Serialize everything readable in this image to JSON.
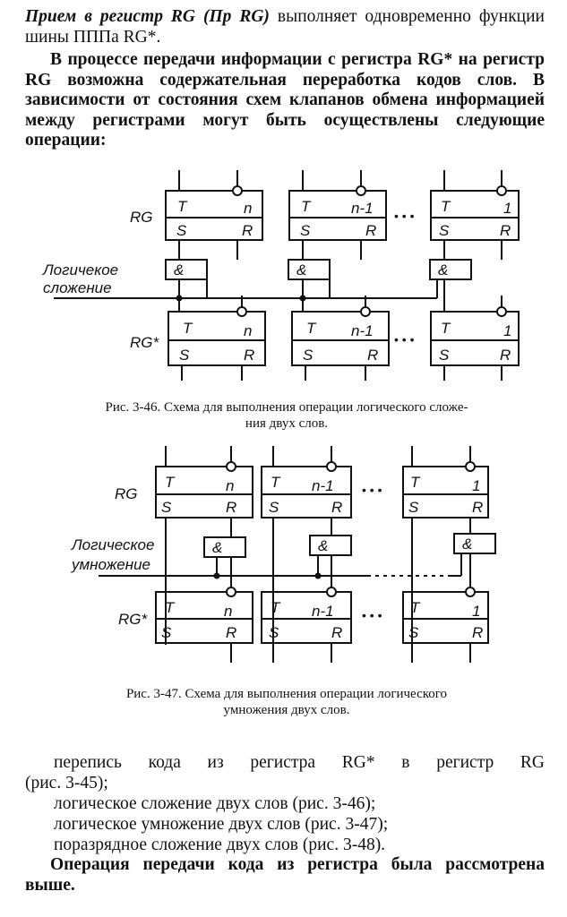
{
  "intro": {
    "lead_bold": "Прием в регистр RG (Пр RG)",
    "lead_rest": " выполняет одновременно функции шины ПППа RG*.",
    "p2": "В процессе передачи информации с регистра RG* на регистр RG возможна содержательная переработка кодов слов. В зависимости от состояния схем клапанов обмена информацией между регистрами могут быть осуществлены следующие операции:"
  },
  "fig46": {
    "top_register_label": "RG",
    "bottom_register_label": "RG*",
    "operation_label_1": "Логичекое",
    "operation_label_2": "сложение",
    "cells": [
      {
        "t": "T",
        "idx": "n",
        "s": "S",
        "r": "R"
      },
      {
        "t": "T",
        "idx": "n-1",
        "s": "S",
        "r": "R"
      },
      {
        "t": "T",
        "idx": "1",
        "s": "S",
        "r": "R"
      }
    ],
    "gate_symbol": "&",
    "dots": "• • •",
    "caption_1": "Рис. 3-46. Схема для выполнения операции логического сложе-",
    "caption_2": "ния двух слов."
  },
  "fig47": {
    "top_register_label": "RG",
    "bottom_register_label": "RG*",
    "operation_label_1": "Логическое",
    "operation_label_2": "умножение",
    "cells": [
      {
        "t": "T",
        "idx": "n",
        "s": "S",
        "r": "R"
      },
      {
        "t": "T",
        "idx": "n-1",
        "s": "S",
        "r": "R"
      },
      {
        "t": "T",
        "idx": "1",
        "s": "S",
        "r": "R"
      }
    ],
    "gate_symbol": "&",
    "dots": "• • •",
    "caption_1": "Рис. 3-47. Схема для выполнения операции логического",
    "caption_2": "умножения двух слов."
  },
  "list": {
    "line1a": "перепись кода из регистра RG* в регистр RG",
    "line1b": "(рис. 3-45);",
    "line2": "логическое сложение двух слов (рис. 3-46);",
    "line3": "логическое умножение двух слов (рис. 3-47);",
    "line4": "поразрядное сложение двух слов (рис. 3-48).",
    "closing": "Операция передачи кода из регистра была рассмотрена выше."
  }
}
